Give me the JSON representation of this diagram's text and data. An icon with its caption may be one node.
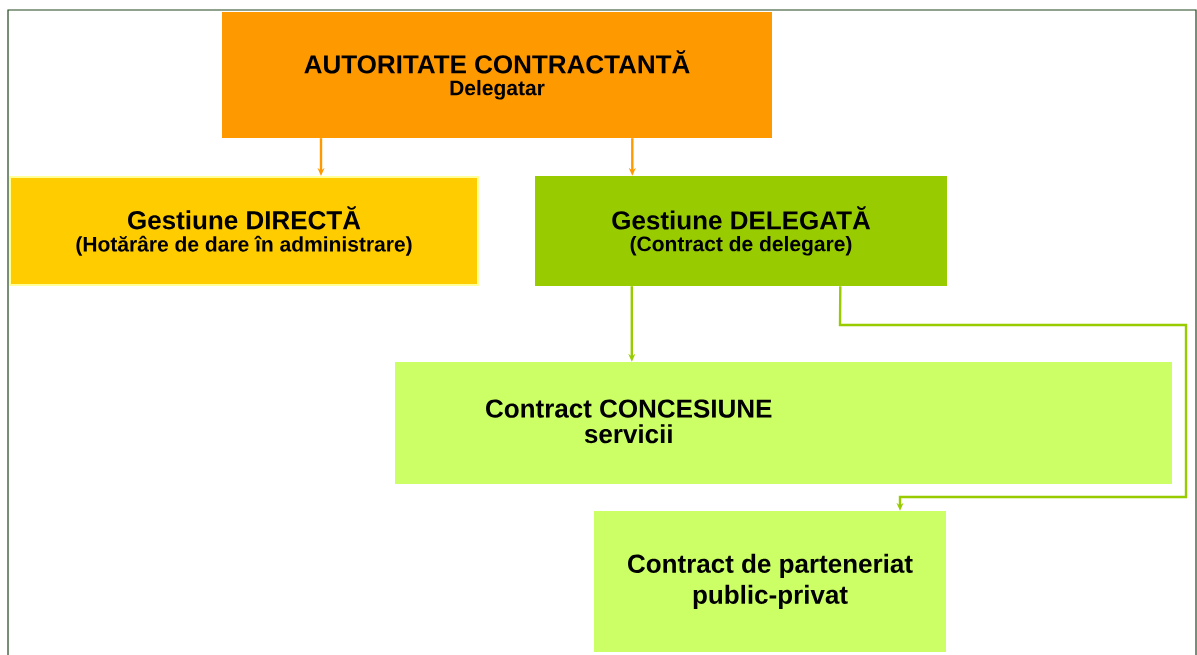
{
  "diagram": {
    "nodes": [
      {
        "text": [
          "AUTORITATE CONTRACTANTĂ",
          "Delegatar"
        ]
      },
      {
        "text": [
          "Gestiune DIRECTĂ",
          "(Hotărâre de dare în administrare)"
        ]
      },
      {
        "text": [
          "Gestiune DELEGATĂ",
          "(Contract de delegare)"
        ]
      },
      {
        "text": [
          "Contract CONCESIUNE",
          "servicii"
        ]
      },
      {
        "text": [
          "Contract de parteneriat public-privat"
        ]
      }
    ],
    "edges": [
      {
        "from": 0,
        "to": 1,
        "arrow": "to",
        "color": "#ff9900"
      },
      {
        "from": 0,
        "to": 2,
        "arrow": "to",
        "color": "#ff9900"
      },
      {
        "from": 2,
        "to": 3,
        "arrow": "to",
        "color": "#99cc00"
      },
      {
        "from": 2,
        "to": 4,
        "arrow": "to",
        "color": "#99cc00"
      }
    ]
  }
}
